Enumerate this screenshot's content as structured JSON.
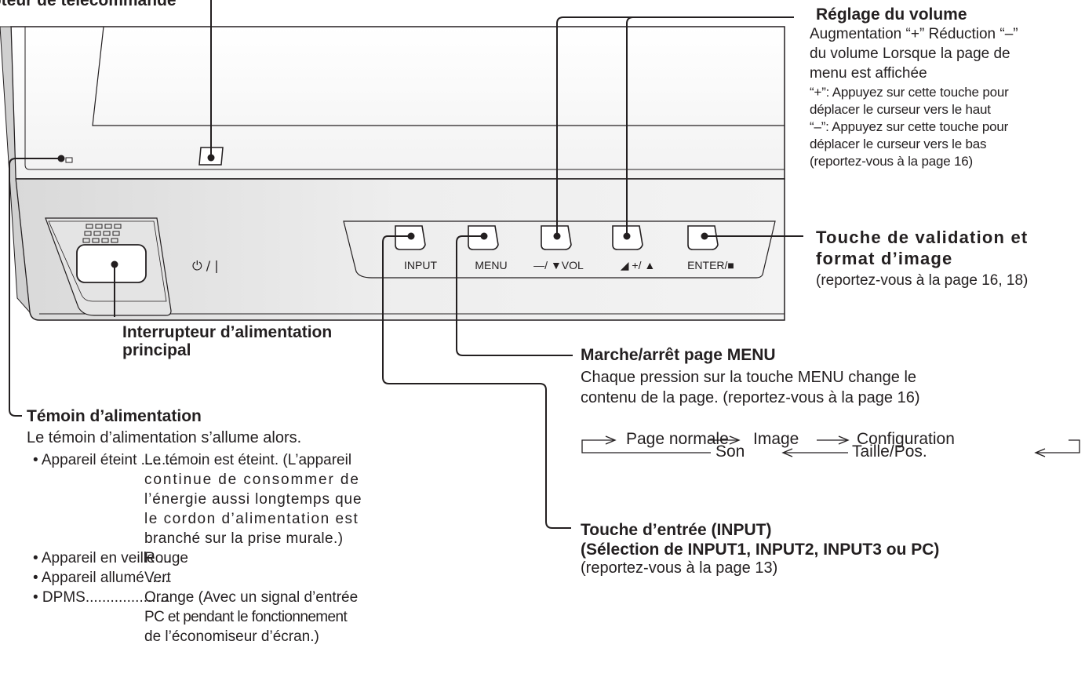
{
  "device": {
    "buttons": [
      {
        "name": "input",
        "label": "INPUT"
      },
      {
        "name": "menu",
        "label": "MENU"
      },
      {
        "name": "vol-down",
        "label": "—/ ▼VOL"
      },
      {
        "name": "vol-up",
        "label": "◢ +/ ▲"
      },
      {
        "name": "enter",
        "label": "ENTER/■"
      }
    ],
    "power_symbol": "ტ/❘"
  },
  "callouts": {
    "remote_sensor": {
      "title": "Capteur de télécommande"
    },
    "volume": {
      "title": "Réglage du volume",
      "lines": [
        "Augmentation “+” Réduction “–”",
        "du volume Lorsque la page de",
        "menu est affichée"
      ],
      "condensed": [
        "“+”: Appuyez sur cette touche pour",
        "déplacer le curseur vers le haut",
        "“–”: Appuyez sur cette touche pour",
        "déplacer le curseur vers le bas",
        "(reportez-vous à la page 16)"
      ]
    },
    "enter": {
      "title_lines": [
        "Touche de validation et",
        "format d’image"
      ],
      "ref": "(reportez-vous à la page 16, 18)"
    },
    "power_switch": {
      "title_lines": [
        "Interrupteur d’alimentation",
        "principal"
      ]
    },
    "menu": {
      "title": "Marche/arrêt page MENU",
      "lines": [
        "Chaque pression sur la touche MENU change le",
        "contenu de la page. (reportez-vous à la page 16)"
      ],
      "cycle": [
        "Page normale",
        "Image",
        "Configuration",
        "Taille/Pos.",
        "Son"
      ]
    },
    "power_indicator": {
      "title": "Témoin d’alimentation",
      "intro": "Le témoin d’alimentation s’allume alors.",
      "items": [
        {
          "key": "• Appareil éteint .........",
          "value": [
            "Le témoin est éteint. (L’appareil",
            "continue de consommer de",
            "l’énergie aussi longtemps que",
            "le cordon d’alimentation est",
            "branché sur la prise murale.)"
          ]
        },
        {
          "key": "• Appareil en veille ...",
          "value": [
            "Rouge"
          ]
        },
        {
          "key": "• Appareil allumé .....",
          "value": [
            "Vert"
          ]
        },
        {
          "key": "• DPMS....................",
          "value": [
            "Orange (Avec un signal d’entrée",
            "PC et pendant le fonctionnement",
            "de l’économiseur d’écran.)"
          ]
        }
      ]
    },
    "input": {
      "title_lines": [
        "Touche d’entrée (INPUT)",
        "(Sélection de INPUT1, INPUT2, INPUT3 ou PC)"
      ],
      "ref": "(reportez-vous à la page 13)"
    }
  }
}
